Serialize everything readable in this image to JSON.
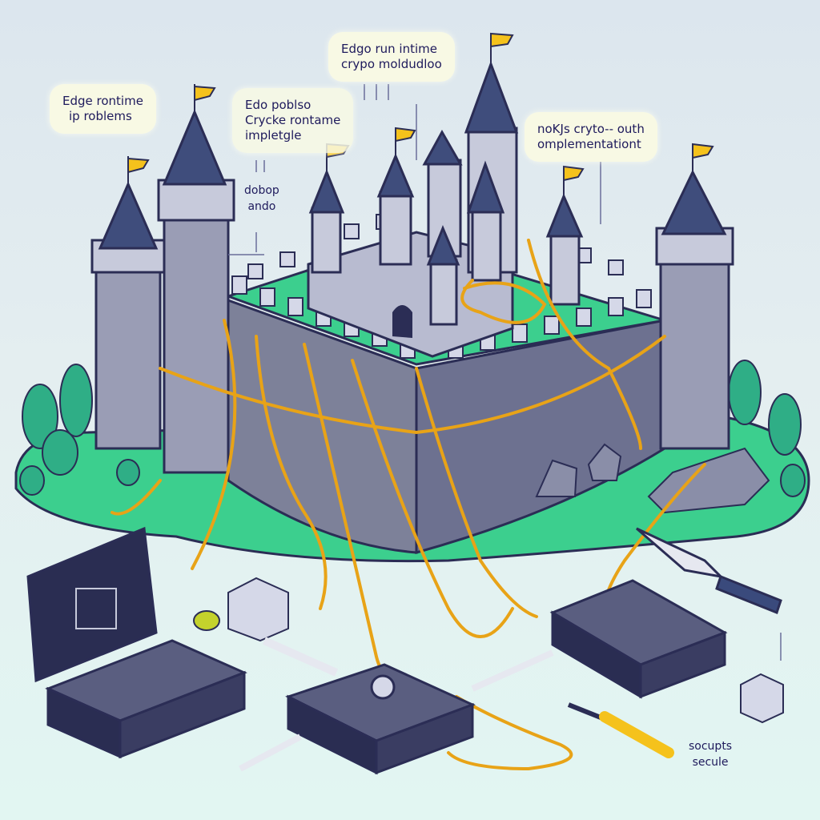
{
  "labels": {
    "top_left": {
      "line1": "Edge rontime",
      "line2": "ip roblems"
    },
    "top_center": {
      "line1": "Edgo run intime",
      "line2": "crypo moldudloo"
    },
    "middle_left": {
      "line1": "Edo poblso",
      "line2": "Crycke rontame",
      "line3": "impletgle"
    },
    "side_note": {
      "line1": "dobop",
      "line2": "ando"
    },
    "right": {
      "line1": "noKJs cryto-- outh",
      "line2": "omplementationt"
    },
    "bottom_right": {
      "line1": "socupts",
      "line2": "secule"
    }
  },
  "colors": {
    "sky": "#dce6ee",
    "grass": "#3ccf8e",
    "stone": "#8a8ea8",
    "roof": "#3f4d7c",
    "flag": "#f5c21c",
    "rope": "#e8a317",
    "box": "#2a2d52"
  }
}
